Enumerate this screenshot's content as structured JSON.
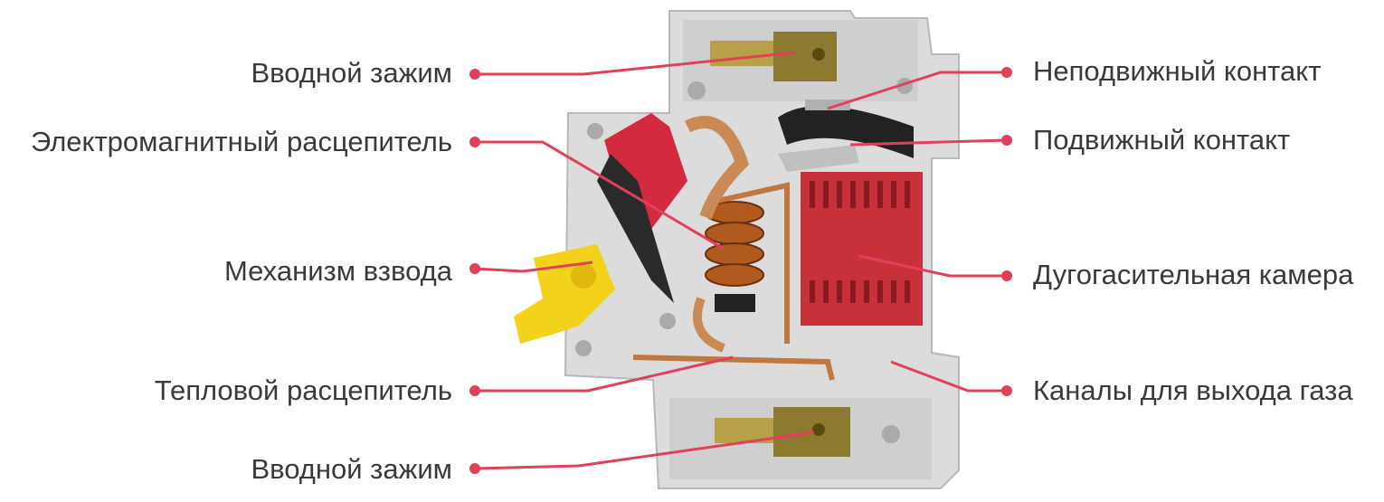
{
  "colors": {
    "leader": "#e0405a",
    "housing": "#d9d9d9",
    "chamber": "#c8303a",
    "copper": "#c07840",
    "text": "#3a3a3a"
  },
  "labels_left": [
    {
      "text": "Вводной зажим"
    },
    {
      "text": "Электромагнитный расцепитель"
    },
    {
      "text": "Механизм взвода"
    },
    {
      "text": "Тепловой расцепитель"
    },
    {
      "text": "Вводной зажим"
    }
  ],
  "labels_right": [
    {
      "text": "Неподвижный контакт"
    },
    {
      "text": "Подвижный контакт"
    },
    {
      "text": "Дугогасительная камера"
    },
    {
      "text": "Каналы для выхода газа"
    }
  ]
}
